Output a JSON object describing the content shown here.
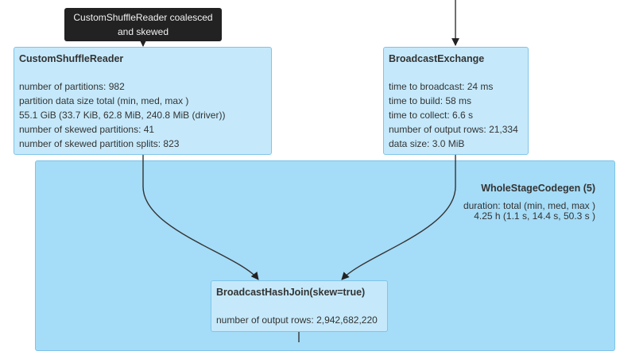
{
  "tooltip": {
    "text": "CustomShuffleReader coalesced and skewed"
  },
  "nodes": {
    "custom_shuffle_reader": {
      "title": "CustomShuffleReader",
      "metrics": [
        "number of partitions: 982",
        "partition data size total (min, med, max )",
        "55.1 GiB (33.7 KiB, 62.8 MiB, 240.8 MiB (driver))",
        "number of skewed partitions: 41",
        "number of skewed partition splits: 823"
      ]
    },
    "broadcast_exchange": {
      "title": "BroadcastExchange",
      "metrics": [
        "time to broadcast: 24 ms",
        "time to build: 58 ms",
        "time to collect: 6.6 s",
        "number of output rows: 21,334",
        "data size: 3.0 MiB"
      ]
    },
    "broadcast_hash_join": {
      "title": "BroadcastHashJoin(skew=true)",
      "metrics": [
        "number of output rows: 2,942,682,220"
      ]
    }
  },
  "cluster": {
    "title": "WholeStageCodegen (5)",
    "metric_line1": "duration: total (min, med, max )",
    "metric_line2": "4.25 h (1.1 s, 14.4 s, 50.3 s )"
  },
  "colors": {
    "cluster_fill": "#a5dcf7",
    "node_fill": "#c5e9fb",
    "tooltip_bg": "#222222",
    "edge": "#333333"
  }
}
